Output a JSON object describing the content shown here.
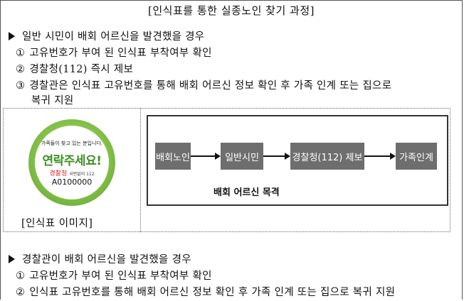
{
  "title": "[인식표를 통한 실종노인 찾기 과정]",
  "section1": {
    "heading": "일반 시민이 배회 어르신을 발견했을 경우",
    "items": [
      {
        "num": "①",
        "text": "고유번호가 부여 된 인식표 부착여부 확인"
      },
      {
        "num": "②",
        "text": "경찰청(112) 즉시 제보"
      },
      {
        "num": "③",
        "text": "경찰관은 인식표 고유번호를 통해 배회 어르신 정보 확인 후 가족 인계 또는 집으로"
      }
    ],
    "item3_cont": "복귀 지원"
  },
  "badge": {
    "line1": "가족들이 찾고 있는 분입니다.",
    "line2": "연락주세요!",
    "line3": "경찰청",
    "line3_small": "국번없이 112",
    "line4": "A0100000",
    "ring_color": "#86c14a",
    "text_color": "#3f8f26"
  },
  "caption": "[인식표 이미지]",
  "flow": {
    "nodes": [
      "배회노인",
      "일반시민",
      "경찰청(112) 제보",
      "가족인계"
    ],
    "sublabel": "배회 어르신 목격",
    "node_color": "#6e6e6e"
  },
  "section2": {
    "heading": "경찰관이 배회 어르신을 발견했을 경우",
    "items": [
      {
        "num": "①",
        "text": "고유번호가 부여 된 인식표 부착여부 확인"
      },
      {
        "num": "②",
        "text": "인식표 고유번호를 통해 배회 어르신 정보 확인 후 가족 인계 또는 집으로 복귀 지원"
      }
    ]
  }
}
